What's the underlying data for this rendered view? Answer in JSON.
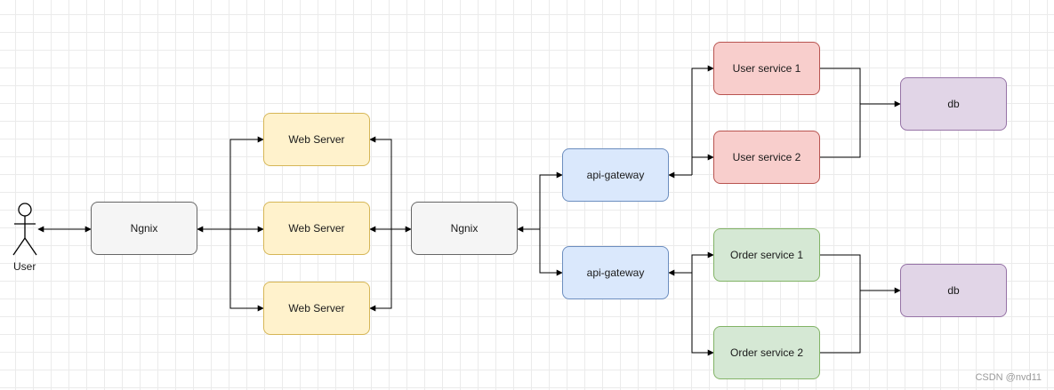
{
  "actor": {
    "label": "User"
  },
  "nodes": {
    "ngnix_front": {
      "label": "Ngnix",
      "fill": "#f5f5f5",
      "stroke": "#666666"
    },
    "web_server_1": {
      "label": "Web Server",
      "fill": "#fff2cc",
      "stroke": "#d6b656"
    },
    "web_server_2": {
      "label": "Web Server",
      "fill": "#fff2cc",
      "stroke": "#d6b656"
    },
    "web_server_3": {
      "label": "Web Server",
      "fill": "#fff2cc",
      "stroke": "#d6b656"
    },
    "ngnix_back": {
      "label": "Ngnix",
      "fill": "#f5f5f5",
      "stroke": "#666666"
    },
    "api_gateway_1": {
      "label": "api-gateway",
      "fill": "#dae8fc",
      "stroke": "#6c8ebf"
    },
    "api_gateway_2": {
      "label": "api-gateway",
      "fill": "#dae8fc",
      "stroke": "#6c8ebf"
    },
    "user_service_1": {
      "label": "User service 1",
      "fill": "#f8cecc",
      "stroke": "#b85450"
    },
    "user_service_2": {
      "label": "User service 2",
      "fill": "#f8cecc",
      "stroke": "#b85450"
    },
    "order_service_1": {
      "label": "Order service 1",
      "fill": "#d5e8d4",
      "stroke": "#82b366"
    },
    "order_service_2": {
      "label": "Order service 2",
      "fill": "#d5e8d4",
      "stroke": "#82b366"
    },
    "db_user": {
      "label": "db",
      "fill": "#e1d5e7",
      "stroke": "#9673a6"
    },
    "db_order": {
      "label": "db",
      "fill": "#e1d5e7",
      "stroke": "#9673a6"
    }
  },
  "watermark": "CSDN @nvd11"
}
